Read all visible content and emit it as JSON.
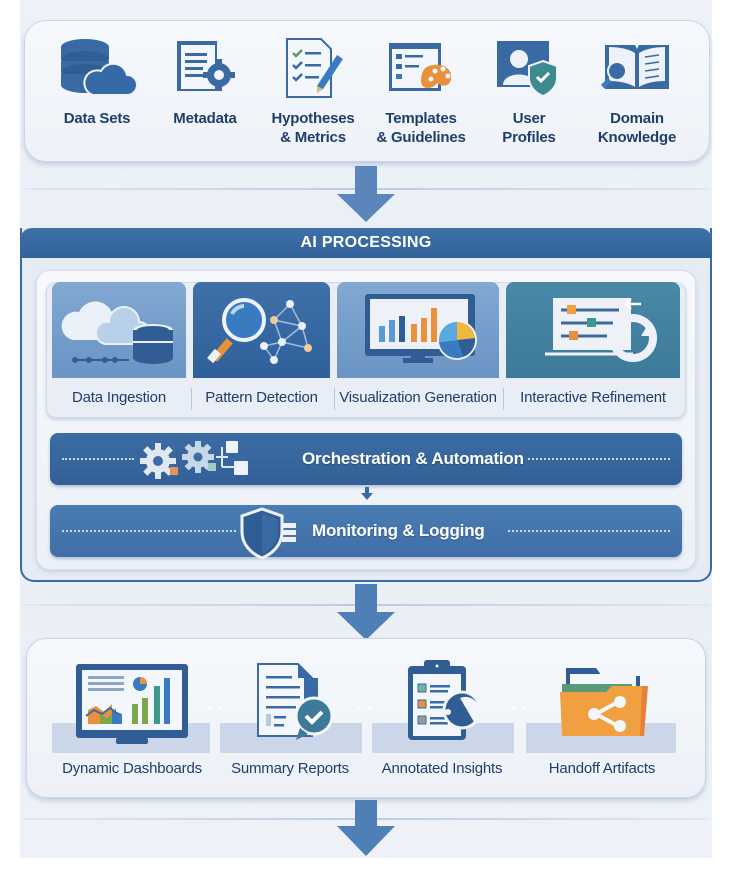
{
  "inputs": {
    "items": [
      {
        "label": "Data Sets",
        "icon": "database-cloud-icon"
      },
      {
        "label": "Metadata",
        "icon": "document-gear-icon"
      },
      {
        "label": "Hypotheses\n& Metrics",
        "icon": "checklist-pencil-icon"
      },
      {
        "label": "Templates\n& Guidelines",
        "icon": "template-palette-icon"
      },
      {
        "label": "User\nProfiles",
        "icon": "user-shield-icon"
      },
      {
        "label": "Domain\nKnowledge",
        "icon": "book-magnifier-icon"
      }
    ]
  },
  "processing": {
    "title": "AI PROCESSING",
    "stages": [
      {
        "label": "Data Ingestion",
        "icon": "cloud-database-icon"
      },
      {
        "label": "Pattern Detection",
        "icon": "magnifier-network-icon"
      },
      {
        "label": "Visualization Generation",
        "icon": "monitor-chart-icon"
      },
      {
        "label": "Interactive Refinement",
        "icon": "sliders-refresh-icon"
      }
    ],
    "orchestration": {
      "label": "Orchestration & Automation",
      "icon": "gears-workflow-icon"
    },
    "monitoring": {
      "label": "Monitoring & Logging",
      "icon": "shield-log-icon"
    }
  },
  "outputs": {
    "items": [
      {
        "label": "Dynamic Dashboards",
        "icon": "dashboard-monitor-icon"
      },
      {
        "label": "Summary Reports",
        "icon": "report-check-icon"
      },
      {
        "label": "Annotated Insights",
        "icon": "clipboard-gauge-icon"
      },
      {
        "label": "Handoff Artifacts",
        "icon": "folder-share-icon"
      }
    ]
  },
  "colors": {
    "primary": "#32629a",
    "header": "#3a6aa3",
    "text": "#1f3e68",
    "accent_orange": "#e8913a",
    "accent_teal": "#3d8a8f",
    "background": "#eef2f8"
  }
}
